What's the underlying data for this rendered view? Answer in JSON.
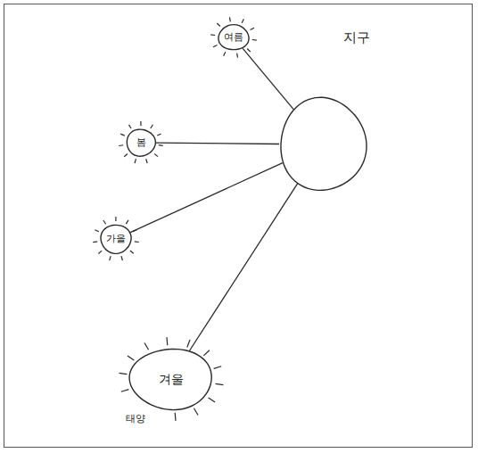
{
  "diagram": {
    "nodes": [
      {
        "text": [
          "여름"
        ]
      },
      {
        "text": [
          "지구"
        ]
      },
      {
        "text": [
          "봄"
        ]
      },
      {
        "text": [
          "가을"
        ]
      },
      {
        "text": [
          "겨울",
          "태양"
        ]
      }
    ],
    "edges": [
      {
        "from": 1,
        "to": 0,
        "arrow": "none"
      },
      {
        "from": 1,
        "to": 2,
        "arrow": "none"
      },
      {
        "from": 1,
        "to": 3,
        "arrow": "none"
      },
      {
        "from": 1,
        "to": 4,
        "arrow": "none"
      }
    ]
  }
}
